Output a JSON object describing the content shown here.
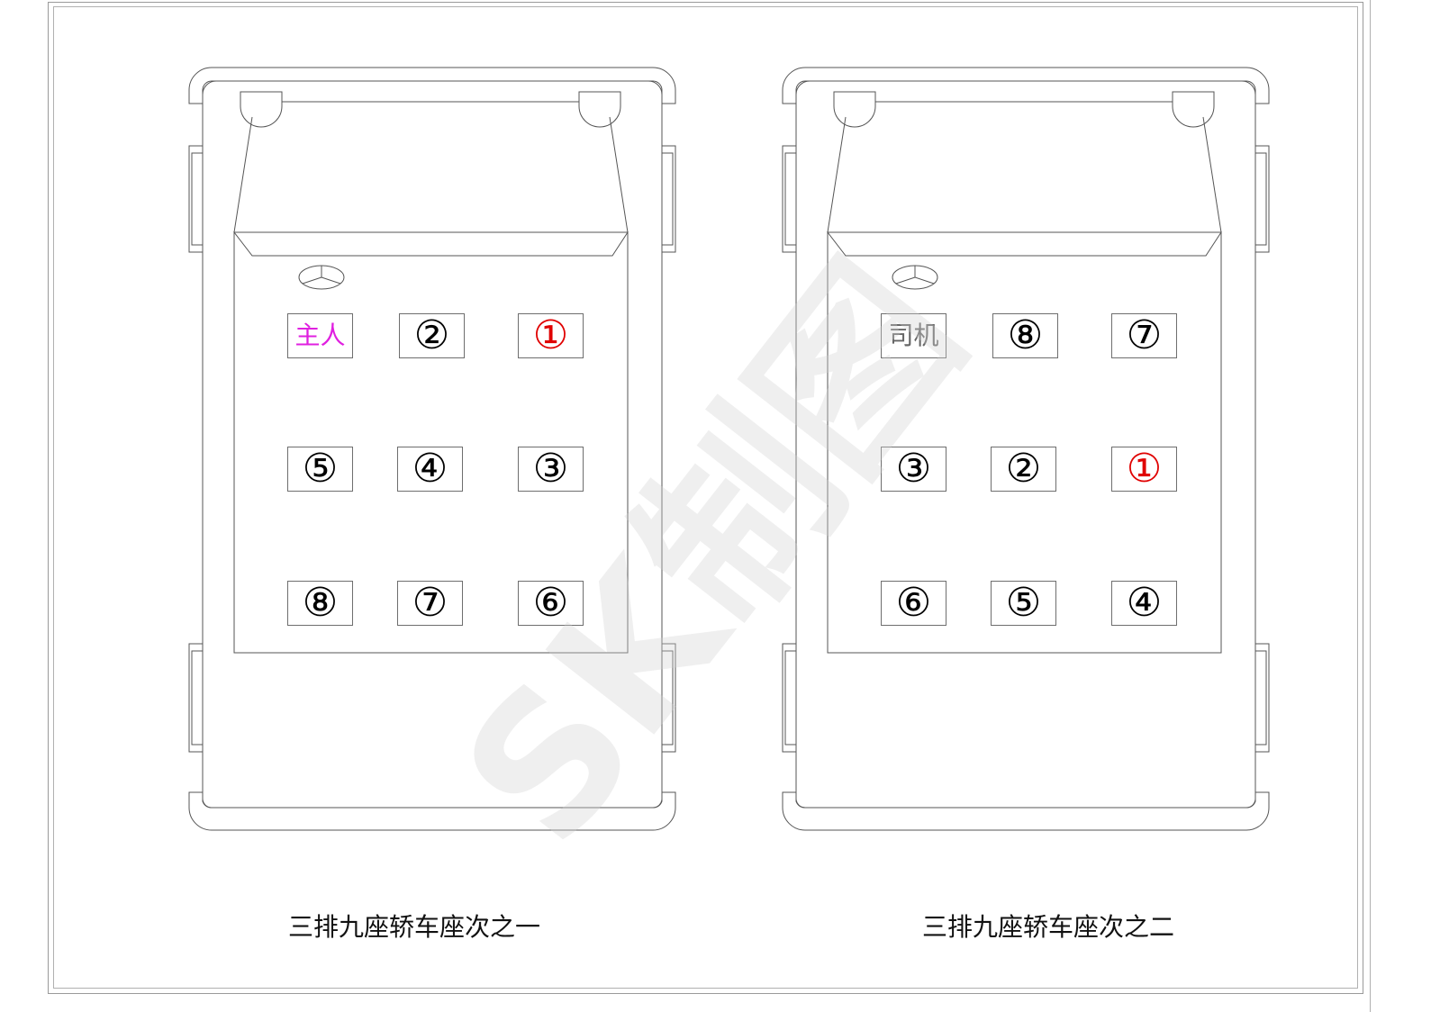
{
  "diagrams": [
    {
      "caption": "三排九座轿车座次之一",
      "seats": [
        {
          "label": "主人",
          "color": "#e020e0",
          "kind": "text"
        },
        {
          "label": "②",
          "color": "#000000",
          "kind": "number"
        },
        {
          "label": "①",
          "color": "#e00000",
          "kind": "number"
        },
        {
          "label": "⑤",
          "color": "#000000",
          "kind": "number"
        },
        {
          "label": "④",
          "color": "#000000",
          "kind": "number"
        },
        {
          "label": "③",
          "color": "#000000",
          "kind": "number"
        },
        {
          "label": "⑧",
          "color": "#000000",
          "kind": "number"
        },
        {
          "label": "⑦",
          "color": "#000000",
          "kind": "number"
        },
        {
          "label": "⑥",
          "color": "#000000",
          "kind": "number"
        }
      ]
    },
    {
      "caption": "三排九座轿车座次之二",
      "seats": [
        {
          "label": "司机",
          "color": "#666666",
          "kind": "text"
        },
        {
          "label": "⑧",
          "color": "#000000",
          "kind": "number"
        },
        {
          "label": "⑦",
          "color": "#000000",
          "kind": "number"
        },
        {
          "label": "③",
          "color": "#000000",
          "kind": "number"
        },
        {
          "label": "②",
          "color": "#000000",
          "kind": "number"
        },
        {
          "label": "①",
          "color": "#e00000",
          "kind": "number"
        },
        {
          "label": "⑥",
          "color": "#000000",
          "kind": "number"
        },
        {
          "label": "⑤",
          "color": "#000000",
          "kind": "number"
        },
        {
          "label": "④",
          "color": "#000000",
          "kind": "number"
        }
      ]
    }
  ],
  "watermark": "SK制图",
  "colors": {
    "line": "#555555",
    "frame": "#9a9a9a",
    "watermark": "#d2d2d2"
  }
}
